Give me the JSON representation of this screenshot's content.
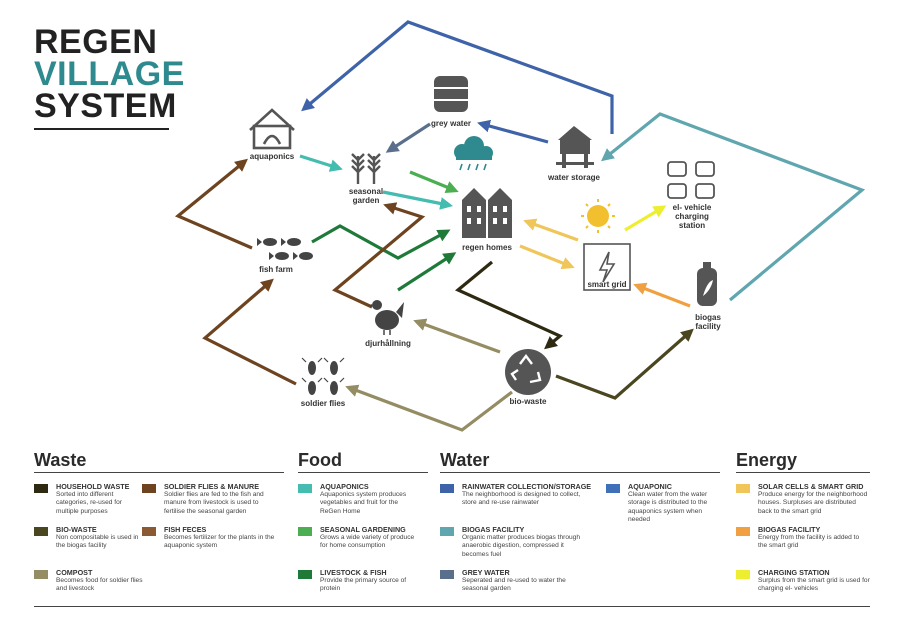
{
  "title": {
    "line1": "REGEN",
    "line2": "VILLAGE",
    "line3": "SYSTEM"
  },
  "colors": {
    "household_waste": "#2e2a12",
    "bio_waste": "#4a4620",
    "compost": "#948c62",
    "soldier_flies_manure": "#6e4420",
    "fish_feces": "#8b5a33",
    "aquaponics": "#44bcb0",
    "seasonal_gardening": "#4cae52",
    "livestock_fish": "#1f7a3a",
    "rainwater": "#3f63a8",
    "biogas_facility_water": "#5fa6ae",
    "grey_water": "#5a6f8c",
    "aquaponic_water": "#3f70b8",
    "solar_cells": "#f0c65a",
    "biogas_energy": "#f0a040",
    "charging_station": "#eeee30",
    "teal_title": "#2e8a8e"
  },
  "nodes": {
    "aquaponics": {
      "label": "aquaponics",
      "icon": "greenhouse-icon"
    },
    "grey_water": {
      "label": "grey water",
      "icon": "tank-icon"
    },
    "water_storage": {
      "label": "water storage",
      "icon": "water-tower-icon"
    },
    "seasonal_garden": {
      "label1": "seasonal",
      "label2": "garden",
      "icon": "crops-icon"
    },
    "rain": {
      "icon": "rain-cloud-icon"
    },
    "regen_homes": {
      "label": "regen homes",
      "icon": "houses-icon"
    },
    "sun": {
      "icon": "sun-icon"
    },
    "ev": {
      "label1": "el- vehicle",
      "label2": "charging",
      "label3": "station",
      "icon": "cars-icon"
    },
    "fish_farm": {
      "label": "fish farm",
      "icon": "fish-icon"
    },
    "smart_grid": {
      "label": "smart grid",
      "icon": "lightning-icon"
    },
    "biogas": {
      "label1": "biogas",
      "label2": "facility",
      "icon": "gas-cylinder-icon"
    },
    "djurhallning": {
      "label": "djurhållning",
      "icon": "chicken-icon"
    },
    "bio_waste": {
      "label": "bio-waste",
      "icon": "recycle-icon"
    },
    "soldier_flies": {
      "label": "soldier flies",
      "icon": "flies-icon"
    }
  },
  "legend": {
    "waste": {
      "heading": "Waste",
      "items": [
        {
          "title": "HOUSEHOLD WASTE",
          "desc": "Sorted into different categories, re-used for multiple purposes"
        },
        {
          "title": "BIO-WASTE",
          "desc": "Non compositable is used in the biogas facility"
        },
        {
          "title": "COMPOST",
          "desc": "Becomes food for soldier flies and livestock"
        },
        {
          "title": "SOLDIER FLIES & MANURE",
          "desc": "Soldier flies are fed to the fish and manure from livestock is used to fertilise the seasonal garden"
        },
        {
          "title": "FISH FECES",
          "desc": "Becomes fertilizer for the plants in the aquaponic system"
        }
      ]
    },
    "food": {
      "heading": "Food",
      "items": [
        {
          "title": "AQUAPONICS",
          "desc": "Aquaponics system produces vegetables and fruit for the ReGen Home"
        },
        {
          "title": "SEASONAL GARDENING",
          "desc": "Grows a wide variety of produce for home consumption"
        },
        {
          "title": "LIVESTOCK & FISH",
          "desc": "Provide the primary source of protein"
        }
      ]
    },
    "water": {
      "heading": "Water",
      "items": [
        {
          "title": "RAINWATER COLLECTION/STORAGE",
          "desc": "The neighborhood is designed to collect, store and re-use rainwater"
        },
        {
          "title": "BIOGAS FACILITY",
          "desc": "Organic matter produces biogas through anaerobic digestion, compressed it becomes fuel"
        },
        {
          "title": "GREY WATER",
          "desc": "Seperated and re-used to water the seasonal garden"
        },
        {
          "title": "AQUAPONIC",
          "desc": "Clean water from the water storage is distributed to the aquaponics system when needed"
        }
      ]
    },
    "energy": {
      "heading": "Energy",
      "items": [
        {
          "title": "SOLAR CELLS & SMART GRID",
          "desc": "Produce energy for the neighborhood houses. Surpluses are distributed back to the smart grid"
        },
        {
          "title": "BIOGAS FACILITY",
          "desc": "Energy from the facility is added to the smart grid"
        },
        {
          "title": "CHARGING STATION",
          "desc": "Surplus from the smart grid is used for charging el- vehicles"
        }
      ]
    }
  }
}
